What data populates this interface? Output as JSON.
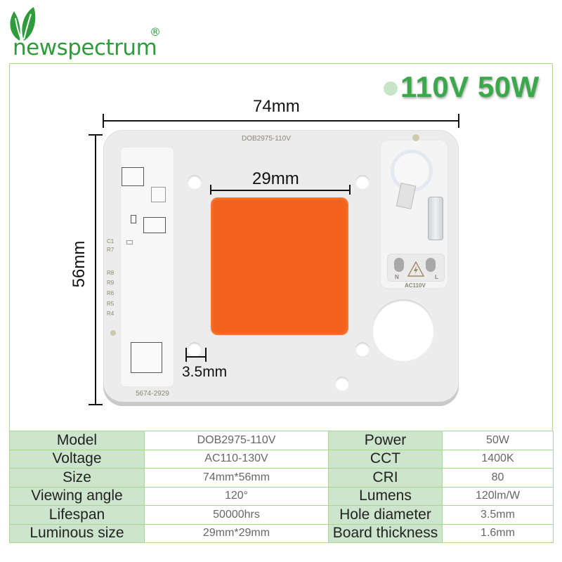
{
  "brand": {
    "name": "newspectrum",
    "registered_mark": "®",
    "color": "#2f9b3c"
  },
  "headline": {
    "text": "110V 50W",
    "color": "#3aa84b"
  },
  "diagram": {
    "width_label": "74mm",
    "height_label": "56mm",
    "led_label": "29mm",
    "hole_label": "3.5mm",
    "board_model": "DOB2975-110V",
    "board_code": "5674-2929",
    "silkscreen": [
      "C1",
      "R7",
      "R8",
      "R9",
      "R6",
      "R5",
      "R4"
    ],
    "terminal_labels": {
      "neutral": "N",
      "live": "L",
      "voltage": "AC110V"
    },
    "led_color": "#f2621a"
  },
  "specs": {
    "left": [
      {
        "label": "Model",
        "value": "DOB2975-110V"
      },
      {
        "label": "Voltage",
        "value": "AC110-130V"
      },
      {
        "label": "Size",
        "value": "74mm*56mm"
      },
      {
        "label": "Viewing angle",
        "value": "120°"
      },
      {
        "label": "Lifespan",
        "value": "50000hrs"
      },
      {
        "label": "Luminous size",
        "value": "29mm*29mm"
      }
    ],
    "right": [
      {
        "label": "Power",
        "value": "50W"
      },
      {
        "label": "CCT",
        "value": "1400K"
      },
      {
        "label": "CRI",
        "value": "80"
      },
      {
        "label": "Lumens",
        "value": "120lm/W"
      },
      {
        "label": "Hole diameter",
        "value": "3.5mm"
      },
      {
        "label": "Board thickness",
        "value": "1.6mm"
      }
    ]
  }
}
